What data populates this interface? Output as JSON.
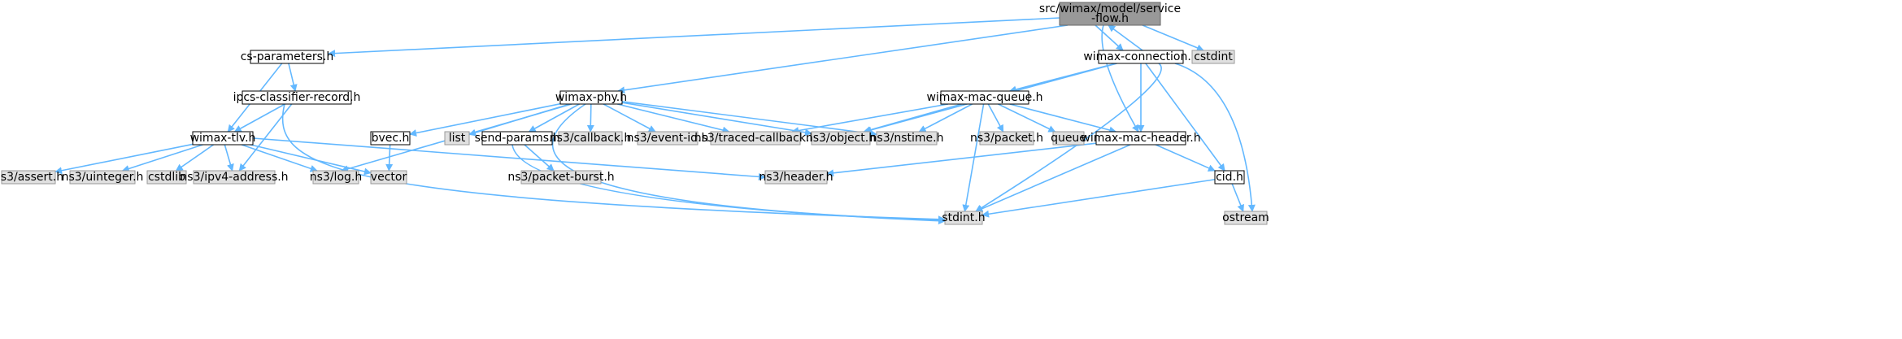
{
  "colors": {
    "edge": "#63b8ff",
    "focus_fill": "#999999",
    "focus_stroke": "#666666",
    "node_fill": "#ffffff",
    "node_stroke": "#000000",
    "external_fill": "#e0e0e0",
    "external_stroke": "#999999",
    "text": "#000000"
  },
  "nodes": [
    {
      "id": "service-flow",
      "lines": [
        "src/wimax/model/service",
        "-flow.h"
      ],
      "kind": "focus"
    },
    {
      "id": "cs-parameters",
      "lines": [
        "cs-parameters.h"
      ],
      "kind": "file"
    },
    {
      "id": "wimax-connection",
      "lines": [
        "wimax-connection.h"
      ],
      "kind": "file"
    },
    {
      "id": "cstdint",
      "lines": [
        "cstdint"
      ],
      "kind": "external"
    },
    {
      "id": "ipcs-classifier-record",
      "lines": [
        "ipcs-classifier-record.h"
      ],
      "kind": "file"
    },
    {
      "id": "wimax-phy",
      "lines": [
        "wimax-phy.h"
      ],
      "kind": "file"
    },
    {
      "id": "wimax-mac-queue",
      "lines": [
        "wimax-mac-queue.h"
      ],
      "kind": "file"
    },
    {
      "id": "wimax-tlv",
      "lines": [
        "wimax-tlv.h"
      ],
      "kind": "file"
    },
    {
      "id": "bvec",
      "lines": [
        "bvec.h"
      ],
      "kind": "file"
    },
    {
      "id": "list",
      "lines": [
        "list"
      ],
      "kind": "external"
    },
    {
      "id": "send-params",
      "lines": [
        "send-params.h"
      ],
      "kind": "file"
    },
    {
      "id": "ns3-callback",
      "lines": [
        "ns3/callback.h"
      ],
      "kind": "external"
    },
    {
      "id": "ns3-event-id",
      "lines": [
        "ns3/event-id.h"
      ],
      "kind": "external"
    },
    {
      "id": "ns3-traced-callback",
      "lines": [
        "ns3/traced-callback.h"
      ],
      "kind": "external"
    },
    {
      "id": "ns3-object",
      "lines": [
        "ns3/object.h"
      ],
      "kind": "external"
    },
    {
      "id": "ns3-nstime",
      "lines": [
        "ns3/nstime.h"
      ],
      "kind": "external"
    },
    {
      "id": "ns3-packet",
      "lines": [
        "ns3/packet.h"
      ],
      "kind": "external"
    },
    {
      "id": "queue",
      "lines": [
        "queue"
      ],
      "kind": "external"
    },
    {
      "id": "wimax-mac-header",
      "lines": [
        "wimax-mac-header.h"
      ],
      "kind": "file"
    },
    {
      "id": "ns3-assert",
      "lines": [
        "ns3/assert.h"
      ],
      "kind": "external"
    },
    {
      "id": "ns3-uinteger",
      "lines": [
        "ns3/uinteger.h"
      ],
      "kind": "external"
    },
    {
      "id": "cstdlib",
      "lines": [
        "cstdlib"
      ],
      "kind": "external"
    },
    {
      "id": "ns3-ipv4-address",
      "lines": [
        "ns3/ipv4-address.h"
      ],
      "kind": "external"
    },
    {
      "id": "ns3-log",
      "lines": [
        "ns3/log.h"
      ],
      "kind": "external"
    },
    {
      "id": "vector",
      "lines": [
        "vector"
      ],
      "kind": "external"
    },
    {
      "id": "ns3-packet-burst",
      "lines": [
        "ns3/packet-burst.h"
      ],
      "kind": "external"
    },
    {
      "id": "ns3-header",
      "lines": [
        "ns3/header.h"
      ],
      "kind": "external"
    },
    {
      "id": "cid",
      "lines": [
        "cid.h"
      ],
      "kind": "file"
    },
    {
      "id": "stdint",
      "lines": [
        "stdint.h"
      ],
      "kind": "external"
    },
    {
      "id": "ostream",
      "lines": [
        "ostream"
      ],
      "kind": "external"
    }
  ],
  "edges": [
    {
      "from": "service-flow",
      "to": "cs-parameters"
    },
    {
      "from": "service-flow",
      "to": "wimax-phy"
    },
    {
      "from": "service-flow",
      "to": "wimax-connection"
    },
    {
      "from": "service-flow",
      "to": "cstdint"
    },
    {
      "from": "service-flow",
      "to": "wimax-mac-header"
    },
    {
      "from": "wimax-connection",
      "to": "service-flow"
    },
    {
      "from": "cs-parameters",
      "to": "ipcs-classifier-record"
    },
    {
      "from": "cs-parameters",
      "to": "wimax-tlv"
    },
    {
      "from": "ipcs-classifier-record",
      "to": "wimax-tlv"
    },
    {
      "from": "ipcs-classifier-record",
      "to": "ns3-ipv4-address"
    },
    {
      "from": "ipcs-classifier-record",
      "to": "stdint"
    },
    {
      "from": "wimax-tlv",
      "to": "ns3-assert"
    },
    {
      "from": "wimax-tlv",
      "to": "ns3-uinteger"
    },
    {
      "from": "wimax-tlv",
      "to": "cstdlib"
    },
    {
      "from": "wimax-tlv",
      "to": "ns3-ipv4-address"
    },
    {
      "from": "wimax-tlv",
      "to": "ns3-log"
    },
    {
      "from": "wimax-tlv",
      "to": "vector"
    },
    {
      "from": "wimax-tlv",
      "to": "ns3-header"
    },
    {
      "from": "wimax-phy",
      "to": "bvec"
    },
    {
      "from": "wimax-phy",
      "to": "list"
    },
    {
      "from": "wimax-phy",
      "to": "send-params"
    },
    {
      "from": "wimax-phy",
      "to": "ns3-callback"
    },
    {
      "from": "wimax-phy",
      "to": "ns3-event-id"
    },
    {
      "from": "wimax-phy",
      "to": "ns3-traced-callback"
    },
    {
      "from": "wimax-phy",
      "to": "ns3-object"
    },
    {
      "from": "wimax-phy",
      "to": "ns3-nstime"
    },
    {
      "from": "wimax-phy",
      "to": "ns3-log"
    },
    {
      "from": "wimax-phy",
      "to": "stdint"
    },
    {
      "from": "bvec",
      "to": "vector"
    },
    {
      "from": "send-params",
      "to": "ns3-packet-burst"
    },
    {
      "from": "send-params",
      "to": "stdint"
    },
    {
      "from": "wimax-connection",
      "to": "wimax-mac-queue"
    },
    {
      "from": "wimax-connection",
      "to": "ns3-object"
    },
    {
      "from": "wimax-connection",
      "to": "wimax-mac-header"
    },
    {
      "from": "wimax-connection",
      "to": "cid"
    },
    {
      "from": "wimax-connection",
      "to": "stdint"
    },
    {
      "from": "wimax-connection",
      "to": "ostream"
    },
    {
      "from": "wimax-mac-queue",
      "to": "ns3-traced-callback"
    },
    {
      "from": "wimax-mac-queue",
      "to": "ns3-object"
    },
    {
      "from": "wimax-mac-queue",
      "to": "ns3-nstime"
    },
    {
      "from": "wimax-mac-queue",
      "to": "ns3-packet"
    },
    {
      "from": "wimax-mac-queue",
      "to": "queue"
    },
    {
      "from": "wimax-mac-queue",
      "to": "wimax-mac-header"
    },
    {
      "from": "wimax-mac-queue",
      "to": "stdint"
    },
    {
      "from": "wimax-mac-header",
      "to": "ns3-header"
    },
    {
      "from": "wimax-mac-header",
      "to": "cid"
    },
    {
      "from": "wimax-mac-header",
      "to": "stdint"
    },
    {
      "from": "cid",
      "to": "stdint"
    },
    {
      "from": "cid",
      "to": "ostream"
    }
  ]
}
